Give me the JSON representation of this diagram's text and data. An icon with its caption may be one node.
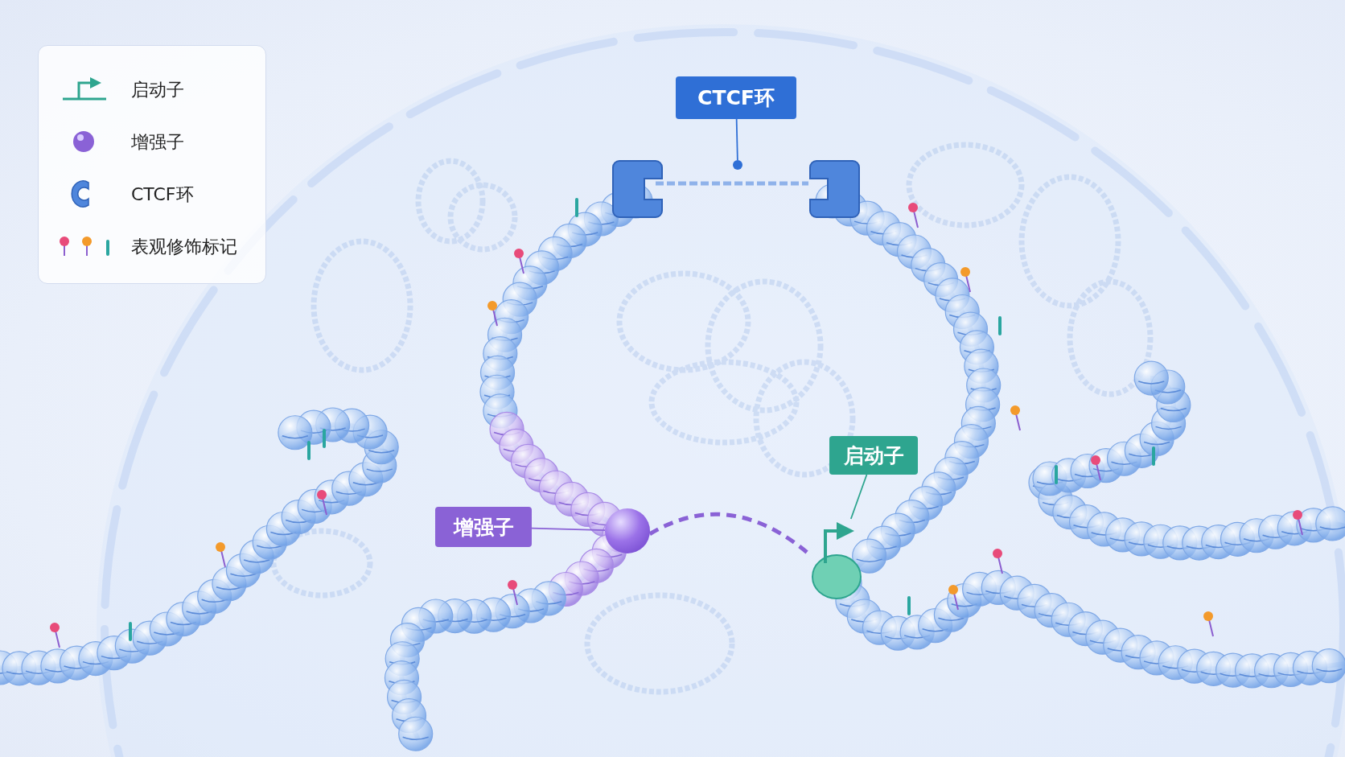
{
  "diagram": {
    "nodes": [
      {
        "text": [
          "CTCF环"
        ]
      },
      {
        "text": [],
        "shape": "circle"
      },
      {
        "text": [
          "增强子"
        ]
      },
      {
        "text": [],
        "shape": "circle"
      },
      {
        "text": [
          "启动子"
        ]
      },
      {
        "text": [],
        "shape": "picture"
      }
    ],
    "edges": [
      {
        "from": 0,
        "to": 1,
        "arrow": "none",
        "color": "#2f6fd6"
      },
      {
        "from": 2,
        "to": 3,
        "arrow": "none",
        "color": "#8a62d6"
      },
      {
        "from": 4,
        "to": 5,
        "arrow": "none",
        "color": "#2ea58f"
      },
      {
        "from": 3,
        "to": 5,
        "arrow": "none",
        "style": "dashed",
        "color": "#8a62d6"
      }
    ],
    "legend": [
      {
        "text": "启动子"
      },
      {
        "text": "增强子"
      },
      {
        "text": "CTCF环"
      },
      {
        "text": "表观修饰标记"
      }
    ]
  }
}
